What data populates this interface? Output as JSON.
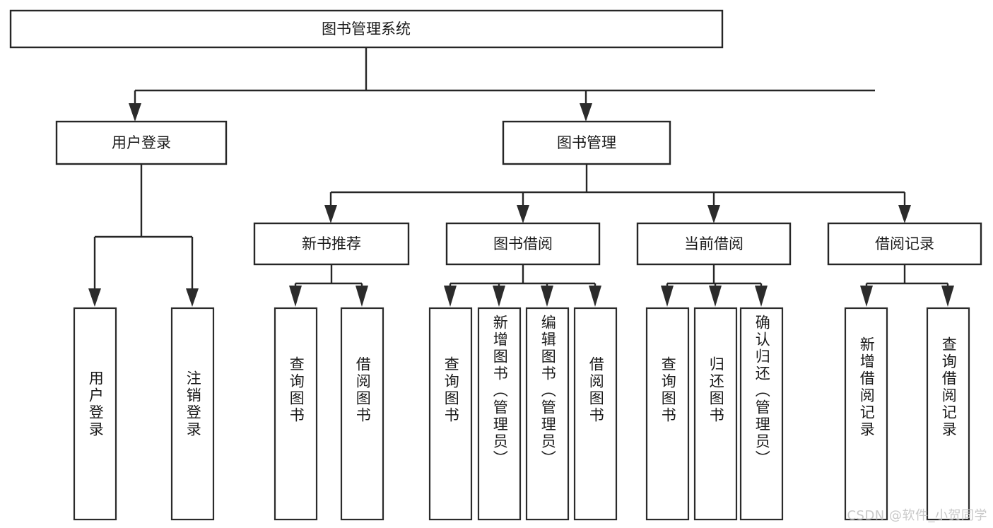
{
  "diagram": {
    "type": "tree-hierarchy-diagram",
    "title": "图书管理系统",
    "orientation": "top-down",
    "colors": {
      "box_fill": "#ffffff",
      "box_stroke": "#262626",
      "connector": "#262626",
      "text": "#1a1a1a",
      "watermark": "#c9c9c9",
      "background": "#ffffff"
    },
    "root": {
      "label": "图书管理系统",
      "text_orientation": "horizontal"
    },
    "level2": [
      {
        "label": "用户登录",
        "text_orientation": "horizontal"
      },
      {
        "label": "图书管理",
        "text_orientation": "horizontal"
      }
    ],
    "level3": [
      {
        "label": "新书推荐",
        "text_orientation": "horizontal"
      },
      {
        "label": "图书借阅",
        "text_orientation": "horizontal"
      },
      {
        "label": "当前借阅",
        "text_orientation": "horizontal"
      },
      {
        "label": "借阅记录",
        "text_orientation": "horizontal"
      }
    ],
    "leaves": {
      "user_login": [
        {
          "label": "用户登录"
        },
        {
          "label": "注销登录"
        }
      ],
      "new_book_recommend": [
        {
          "label": "查询图书"
        },
        {
          "label": "借阅图书"
        }
      ],
      "book_borrow": [
        {
          "label": "查询图书"
        },
        {
          "label": "新增图书（管理员）"
        },
        {
          "label": "编辑图书（管理员）"
        },
        {
          "label": "借阅图书"
        }
      ],
      "current_borrow": [
        {
          "label": "查询图书"
        },
        {
          "label": "归还图书"
        },
        {
          "label": "确认归还（管理员）"
        }
      ],
      "borrow_record": [
        {
          "label": "新增借阅记录"
        },
        {
          "label": "查询借阅记录"
        }
      ]
    },
    "watermark": "CSDN @软件_小贺同学"
  }
}
